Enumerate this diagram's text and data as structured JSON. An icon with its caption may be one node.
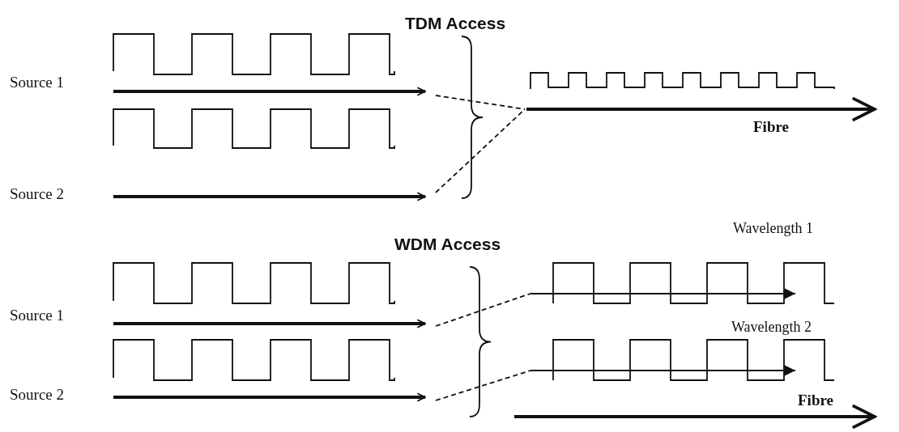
{
  "diagram": {
    "nodes": [
      {
        "text": [
          "Source 1"
        ]
      },
      {
        "text": [
          "Source 2"
        ]
      },
      {
        "text": [
          "Source 1"
        ]
      },
      {
        "text": [
          "Source 2"
        ]
      }
    ],
    "edges": [
      {
        "from": 0,
        "to": null,
        "arrow": "to"
      },
      {
        "from": 1,
        "to": null,
        "arrow": "to"
      },
      {
        "from": 2,
        "to": null,
        "arrow": "to"
      },
      {
        "from": 3,
        "to": null,
        "arrow": "to"
      }
    ],
    "labels": [
      "TDM Access",
      "Fibre",
      "WDM Access",
      "Wavelength 1",
      "Wavelength 2",
      "Fibre"
    ]
  }
}
